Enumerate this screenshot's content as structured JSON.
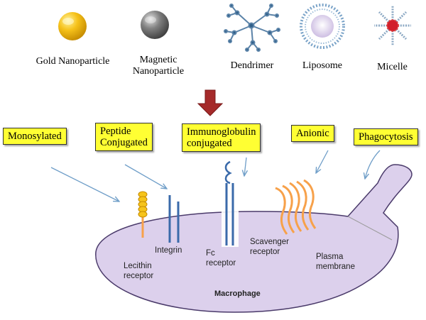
{
  "nanoparticles": {
    "gold": "Gold Nanoparticle",
    "magnetic": [
      "Magnetic",
      "Nanoparticle"
    ],
    "dendrimer": "Dendrimer",
    "liposome": "Liposome",
    "micelle": "Micelle"
  },
  "pathways": {
    "monosylated": "Monosylated",
    "peptide": [
      "Peptide",
      "Conjugated"
    ],
    "immunoglobulin": [
      "Immunoglobulin",
      "conjugated"
    ],
    "anionic": "Anionic",
    "phagocytosis": "Phagocytosis"
  },
  "cell": {
    "lecithin": [
      "Lecithin",
      "receptor"
    ],
    "integrin": "Integrin",
    "fc": [
      "Fc",
      "receptor"
    ],
    "scavenger": [
      "Scavenger",
      "receptor"
    ],
    "plasma": [
      "Plasma",
      "membrane"
    ],
    "macrophage": "Macrophage"
  },
  "colors": {
    "gold": "#f2b400",
    "magnetic": "#707070",
    "cell_fill": "#dcd0ec",
    "cell_stroke": "#4a3a6a",
    "box_fill": "#ffff33",
    "arrow_blue": "#6f9ec8",
    "receptor_blue": "#3a6aaa",
    "orange": "#f7a14a",
    "red_arrow": "#a52a2a"
  }
}
